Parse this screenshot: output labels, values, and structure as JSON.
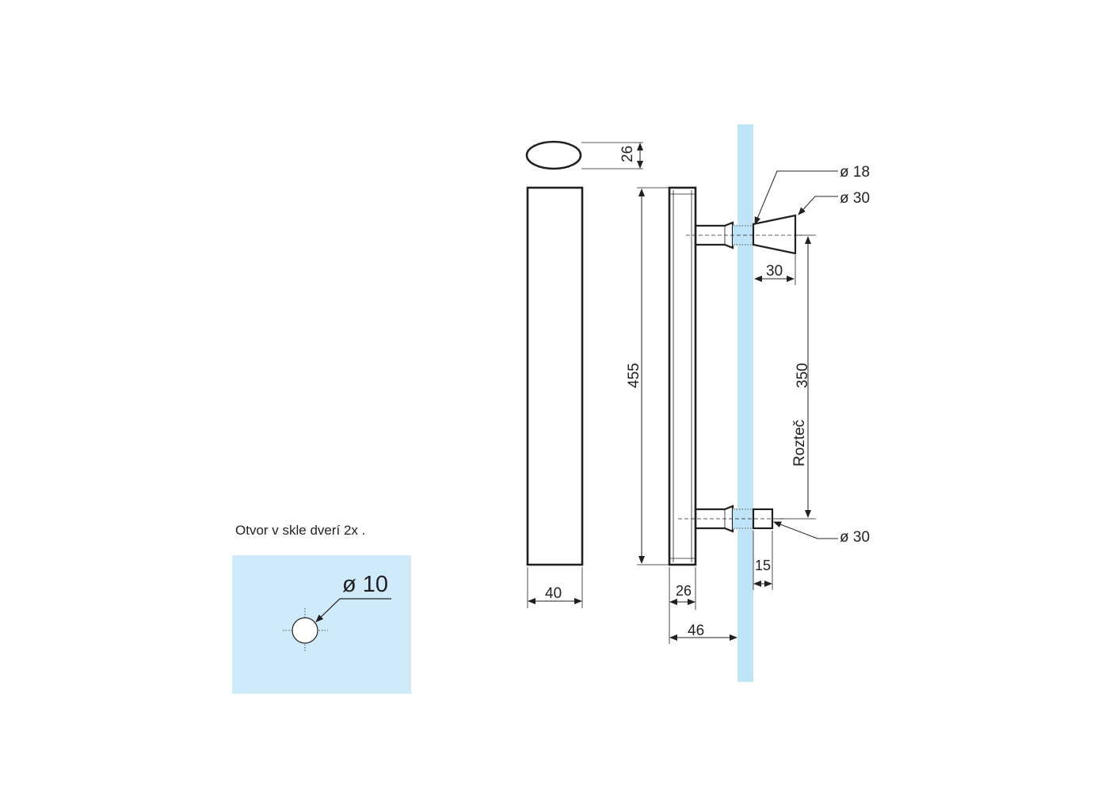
{
  "colors": {
    "glass": "#bfe3f7",
    "glass_panel": "#cfeafa",
    "ink": "#231f20"
  },
  "labels": {
    "hole_note": "Otvor v skle dverí 2x .",
    "hole_diameter": "ø 10",
    "dia_18": "ø 18",
    "dia_30_top": "ø 30",
    "dia_30_bottom": "ø 30",
    "depth_top": "30",
    "depth_bottom": "15",
    "pitch": "350",
    "pitch_word": "Rozteč",
    "length": "455",
    "section_thickness": "26",
    "width": "40",
    "bar_thickness": "26",
    "total_offset": "46"
  }
}
